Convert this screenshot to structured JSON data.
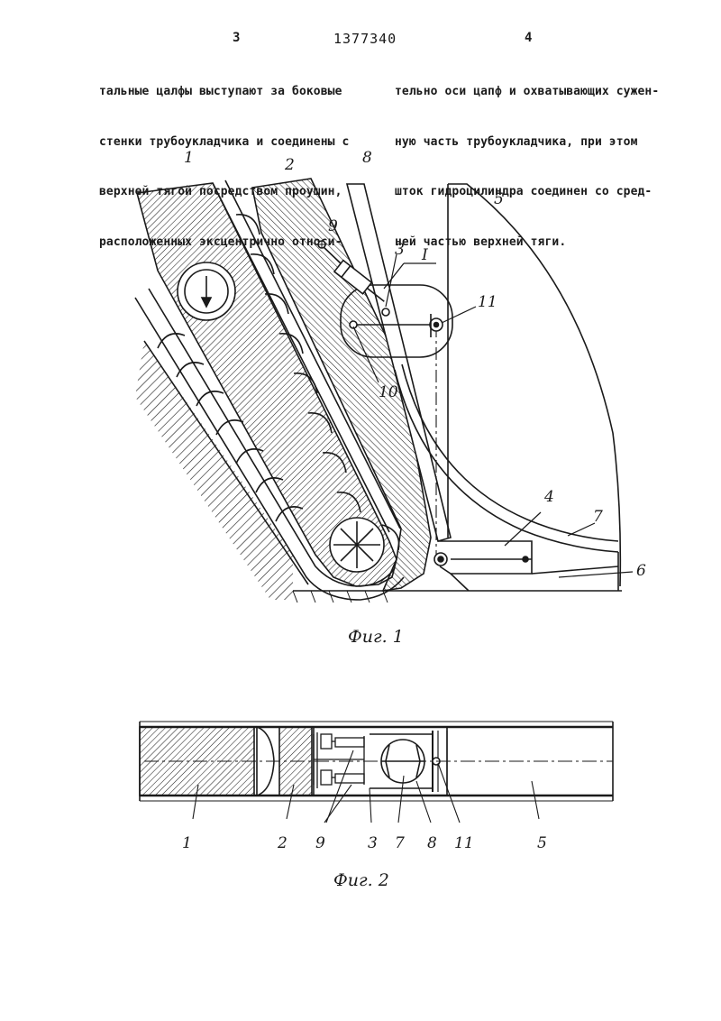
{
  "header": {
    "page_left": "3",
    "page_right": "4",
    "doc_number": "1377340"
  },
  "text_left": [
    "тальные цалфы выступают за боковые",
    "стенки трубоукладчика и соединены с",
    "верхней тягой посредством проушин,",
    "расположенных эксцентрично относи-"
  ],
  "text_right": [
    "тельно оси цапф и охватывающих сужен-",
    "ную часть трубоукладчика, при этом",
    "шток гидроцилиндра соединен со сред-",
    "ней частью верхней тяги."
  ],
  "figure1": {
    "caption": "Фиг. 1",
    "labels": {
      "l1": "1",
      "l2": "2",
      "l8": "8",
      "l5": "5",
      "l9": "9",
      "l3": "3",
      "lI": "I",
      "l11": "11",
      "l10": "10",
      "l4": "4",
      "l7": "7",
      "l6": "6"
    }
  },
  "figure2": {
    "caption": "Фиг. 2",
    "labels": [
      "1",
      "2",
      "9",
      "3",
      "7",
      "8",
      "11",
      "5"
    ]
  }
}
